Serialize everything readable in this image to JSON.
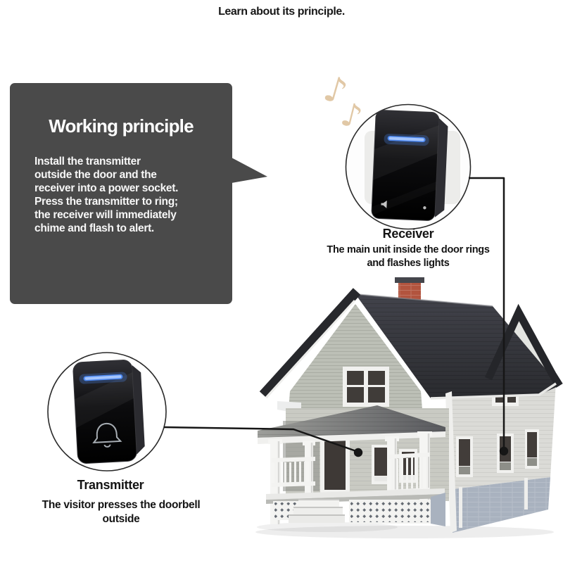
{
  "page": {
    "title": "Learn about its principle.",
    "background_color": "#ffffff"
  },
  "info_box": {
    "heading": "Working principle",
    "body": "Install the transmitter\noutside the door and the\nreceiver into a power socket.\nPress the transmitter to ring;\nthe receiver will immediately\nchime and flash to alert.",
    "bg_color": "#4a4a4a",
    "text_color": "#ffffff"
  },
  "receiver": {
    "label": "Receiver",
    "description": "The main unit inside the door rings\nand flashes lights",
    "led_color": "#4b87f0"
  },
  "transmitter": {
    "label": "Transmitter",
    "description": "The visitor presses the doorbell\noutside",
    "led_color": "#4b87f0"
  },
  "scene": {
    "note1": "♪",
    "note2": "♪",
    "notes_color": "#dcbf97",
    "line_color": "#161616"
  }
}
